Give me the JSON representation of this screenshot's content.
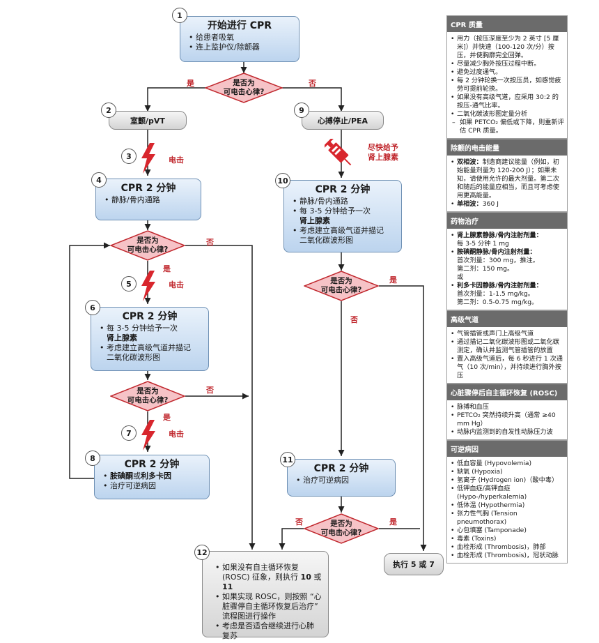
{
  "colors": {
    "box_fill": "#bcd4ee",
    "box_border": "#6d8fb3",
    "diamond_fill": "#f6c3c7",
    "diamond_border": "#c0272d",
    "accent_red": "#c0272d",
    "header_gray": "#6b6b6b"
  },
  "steps": {
    "n1": "1",
    "n2": "2",
    "n3": "3",
    "n4": "4",
    "n5": "5",
    "n6": "6",
    "n7": "7",
    "n8": "8",
    "n9": "9",
    "n10": "10",
    "n11": "11",
    "n12": "12"
  },
  "box1": {
    "title": "开始进行 CPR",
    "items": [
      "给患者吸氧",
      "连上监护仪/除颤器"
    ]
  },
  "box2": {
    "title": "室颤/pVT"
  },
  "box4": {
    "title": "CPR 2 分钟",
    "items": [
      "静脉/骨内通路"
    ]
  },
  "box6": {
    "title": "CPR 2 分钟",
    "item1a": "每 3-5 分钟给予一次",
    "item1b": "肾上腺素",
    "item2a": "考虑建立高级气道并描记",
    "item2b": "二氧化碳波形图"
  },
  "box8": {
    "title": "CPR 2 分钟",
    "item1_bold1": "胺碘酮",
    "item1_mid": "或",
    "item1_bold2": "利多卡因",
    "item2": "治疗可逆病因"
  },
  "box9": {
    "title": "心搏停止/PEA"
  },
  "box10": {
    "title": "CPR 2 分钟",
    "item1": "静脉/骨内通路",
    "item2a": "每 3-5 分钟给予一次",
    "item2b": "肾上腺素",
    "item3a": "考虑建立高级气道并描记",
    "item3b": "二氧化碳波形图"
  },
  "box11": {
    "title": "CPR 2 分钟",
    "items": [
      "治疗可逆病因"
    ]
  },
  "box12": {
    "item1a": "如果没有自主循环恢复",
    "item1b": "(ROSC) 征象，则执行 ",
    "item1c": "10",
    "item1d": " 或 ",
    "item1e": "11",
    "item2a": "如果实现 ROSC，则按照 “心",
    "item2b": "脏骤停自主循环恢复后治疗”",
    "item2c": "流程图进行操作",
    "item3a": "考虑是否适合继续进行心肺",
    "item3b": "复苏"
  },
  "box_go": {
    "title": "执行 5 或 7"
  },
  "decision": {
    "line1": "是否为",
    "line2": "可电击心律?"
  },
  "labels": {
    "yes": "是",
    "no": "否",
    "shock": "电击",
    "epi_line1": "尽快给予",
    "epi_line2": "肾上腺素"
  },
  "side": {
    "s1": {
      "header": "CPR 质量",
      "items": [
        "用力（按压深度至少为 2 英寸 [5 厘米]）并快速（100-120 次/分）按压，并使胸廓完全回弹。",
        "尽量减少胸外按压过程中断。",
        "避免过度通气。",
        "每 2 分钟轮换一次按压员，如感觉疲劳可提前轮换。",
        "如果没有高级气道，应采用 30:2 的按压-通气比率。",
        "二氧化碳波形图定量分析"
      ],
      "sub": "如果 PETCO₂ 偏低或下降，则重新评估 CPR 质量。"
    },
    "s2": {
      "header": "除颤的电击能量",
      "bi_label": "双相波：",
      "bi_text": "制造商建议能量（例如，初始能量剂量为 120-200 J）；如果未知，请使用允许的最大剂量。第二次和随后的能量应相当，而且可考虑使用更高能量。",
      "mono_label": "单相波：",
      "mono_text": "360 J"
    },
    "s3": {
      "header": "药物治疗",
      "epi_label": "肾上腺素静脉/骨内注射剂量：",
      "epi_text": "每 3-5 分钟 1 mg",
      "amio_label": "胺碘酮静脉/骨内注射剂量：",
      "amio_text1": "首次剂量：300 mg，推注。",
      "amio_text2": "第二剂：150 mg。",
      "or": "或",
      "lido_label": "利多卡因静脉/骨内注射剂量：",
      "lido_text1": "首次剂量：1-1.5 mg/kg。",
      "lido_text2": "第二剂：0.5-0.75 mg/kg。"
    },
    "s4": {
      "header": "高级气道",
      "items": [
        "气管插管或声门上高级气道",
        "通过描记二氧化碳波形图或二氧化碳测定，确认并监测气管插管的放置",
        "置入高级气道后，每 6 秒进行 1 次通气（10 次/min），并持续进行胸外按压"
      ]
    },
    "s5": {
      "header": "心脏骤停后自主循环恢复 (ROSC)",
      "items": [
        "脉搏和血压",
        "PETCO₂ 突然持续升高（通常 ≥40 mm Hg）",
        "动脉内监测到的自发性动脉压力波"
      ]
    },
    "s6": {
      "header": "可逆病因",
      "items": [
        "低血容量 (Hypovolemia)",
        "缺氧 (Hypoxia)",
        "氢离子 (Hydrogen ion)（酸中毒）",
        "低钾血症/高钾血症 (Hypo-/hyperkalemia)",
        "低体温 (Hypothermia)",
        "张力性气胸 (Tension pneumothorax)",
        "心包填塞 (Tamponade)",
        "毒素 (Toxins)",
        "血栓形成 (Thrombosis)，肺部",
        "血栓形成 (Thrombosis)，冠状动脉"
      ]
    }
  }
}
